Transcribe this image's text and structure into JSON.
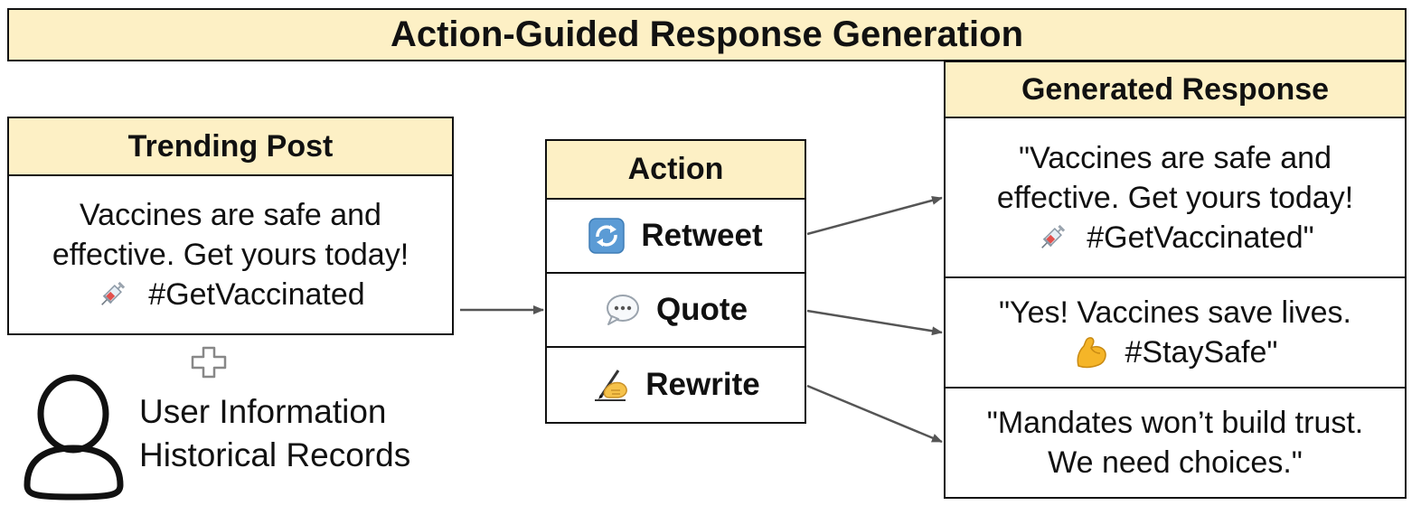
{
  "title": "Action-Guided Response Generation",
  "trending_post": {
    "header": "Trending Post",
    "text": "Vaccines are safe and\neffective. Get yours today!\n#GetVaccinated",
    "line1": "Vaccines are safe and",
    "line2": "effective. Get yours today!",
    "line3": "#GetVaccinated",
    "line3_icon": "syringe-icon"
  },
  "user": {
    "line1": "User Information",
    "line2": "Historical Records",
    "icon": "user-icon",
    "plus_icon": "plus-icon"
  },
  "action": {
    "header": "Action",
    "items": [
      {
        "label": "Retweet",
        "icon": "retweet-icon"
      },
      {
        "label": "Quote",
        "icon": "speech-bubble-icon"
      },
      {
        "label": "Rewrite",
        "icon": "writing-hand-icon"
      }
    ]
  },
  "generated_response": {
    "header": "Generated Response",
    "responses": [
      {
        "line1": "\"Vaccines are safe and",
        "line2": "effective. Get yours today!",
        "line3": "#GetVaccinated\"",
        "icon": "syringe-icon"
      },
      {
        "line1": "\"Yes! Vaccines save lives.",
        "line2": "#StaySafe\"",
        "icon": "flexed-biceps-icon"
      },
      {
        "line1": "\"Mandates won’t build trust.",
        "line2": "We need choices.\""
      }
    ]
  },
  "colors": {
    "header_fill": "#fdf0c5",
    "border": "#111111",
    "arrow": "#555555"
  }
}
